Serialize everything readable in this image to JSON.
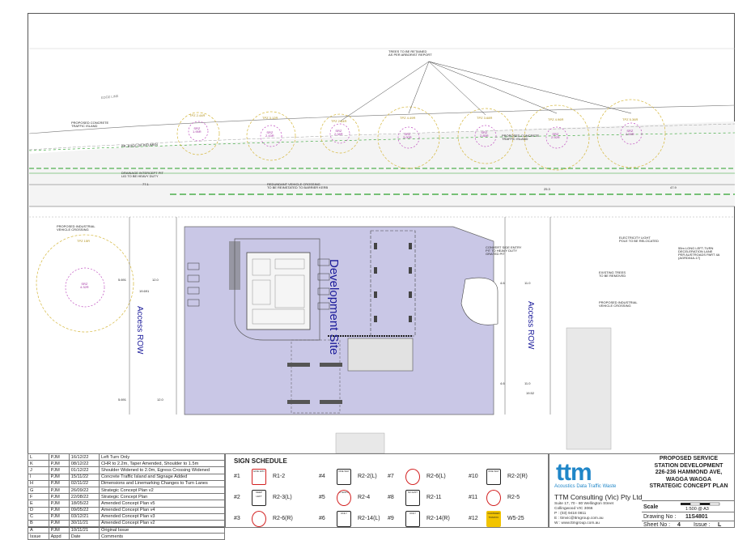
{
  "plan": {
    "site_label": "Development Site",
    "access_row_left": "Access ROW",
    "access_row_right": "Access ROW",
    "annotations": {
      "trees_retained": "TREES TO BE RETAINED\nAS PER ARBORIST REPORT",
      "proposed_traffic_island_left": "PROPOSED CONCRETE\nTRAFFIC ISLAND",
      "proposed_traffic_island_right": "PROPOSED CONCRETE\nTRAFFIC ISLAND",
      "drainage_pit": "DRAINAGE INTERCEPT PIT\nLID TO BE HEAVY DUTY",
      "redundant_crossing": "REDUNDANT VEHICLE CROSSING\nTO BE REINSTATED TO BARRIER KERB",
      "proposed_industrial_left": "PROPOSED INDUSTRIAL\nVEHICLE CROSSING",
      "proposed_industrial_right": "PROPOSED INDUSTRIAL\nVEHICLE CROSSING",
      "electricity_pole": "ELECTRICITY LIGHT\nPOLE TO BE RELOCATED",
      "left_turn_lane": "55m LONG LEFT-TURN\nDECELERATION LANE\nPER AUSTROADS PART 4A\n(AGRD04A-17)",
      "existing_trees": "EXISTING TREES\nTO BE REMOVED",
      "convert_pit": "CONVERT SIDE ENTRY\nPIT TO HEAVY DUTY\nGRATED PIT",
      "road_name": "EDGE LINE",
      "edge_of_bitumen": "PR. EDGE OF BITUMEN"
    },
    "trees": [
      {
        "tpz": "TPZ 2.44R",
        "srz": "SRZ\n1.95R"
      },
      {
        "tpz": "TPZ 3.12R",
        "srz": "SRZ\n2.43R"
      },
      {
        "tpz": "TPZ 2.64R",
        "srz": "SRZ\n2.08R"
      },
      {
        "tpz": "TPZ 4.49R",
        "srz": "SRZ\n3.00R"
      },
      {
        "tpz": "TPZ 3.68R",
        "srz": "SRZ\n2.85R"
      },
      {
        "tpz": "TPZ 4.96R",
        "srz": "SRZ\n2.92R"
      },
      {
        "tpz": "TPZ 5.36R",
        "srz": "SRZ\n2.59R"
      }
    ],
    "left_tree": {
      "tpz": "TPZ 15R",
      "srz": "SRZ\n4.32R"
    },
    "dimensions": {
      "d77": "77.1",
      "d253": "25.3",
      "d479": "47.9",
      "d5691a": "5.691",
      "d120a": "12.0",
      "d19691": "19.691",
      "d5691b": "5.691",
      "d120b": "12.0",
      "d46a": "4.6",
      "d110a": "11.0",
      "d46b": "4.6",
      "d110b": "11.0",
      "d1952": "19.52"
    }
  },
  "revisions": {
    "headers": [
      "Issue",
      "Appd",
      "Date",
      "Comments"
    ],
    "rows": [
      [
        "L",
        "PJM",
        "16/12/22",
        "Left Turn Only"
      ],
      [
        "K",
        "PJM",
        "08/12/22",
        "CHR to 2.2m, Taper Amended, Shoulder to 1.5m"
      ],
      [
        "J",
        "PJM",
        "01/12/22",
        "Shoulder Widened to 2.0m, Egress Crossing Widened"
      ],
      [
        "I",
        "PJM",
        "15/11/22",
        "Concrete Traffic Island and Signage Added"
      ],
      [
        "H",
        "PJM",
        "02/11/22",
        "Dimensions and Linemarking Changes to Turn Lanes"
      ],
      [
        "G",
        "PJM",
        "26/09/22",
        "Strategic Concept Plan v2"
      ],
      [
        "F",
        "PJM",
        "22/08/22",
        "Strategic Concept Plan"
      ],
      [
        "E",
        "PJM",
        "18/05/22",
        "Amended Concept Plan v5"
      ],
      [
        "D",
        "PJM",
        "09/05/22",
        "Amended Concept Plan v4"
      ],
      [
        "C",
        "PJM",
        "03/12/21",
        "Amended Concept Plan v3"
      ],
      [
        "B",
        "PJM",
        "30/11/21",
        "Amended Concept Plan v2"
      ],
      [
        "A",
        "PJM",
        "10/11/21",
        "Original Issue"
      ]
    ]
  },
  "sign_schedule": {
    "title": "SIGN SCHEDULE",
    "signs": [
      {
        "num": "#1",
        "code": "R1-2",
        "sym": "GIVE WAY",
        "color": "#d32020"
      },
      {
        "num": "#4",
        "code": "R2-2(L)",
        "sym": "ONE WAY",
        "color": "#222222"
      },
      {
        "num": "#7",
        "code": "R2-6(L)",
        "sym": "no-left",
        "color": "#d32020"
      },
      {
        "num": "#10",
        "code": "R2-2(R)",
        "sym": "ONE WAY",
        "color": "#222222"
      },
      {
        "num": "#2",
        "code": "R2-3(L)",
        "sym": "KEEP LEFT",
        "color": "#222222"
      },
      {
        "num": "#5",
        "code": "R2-4",
        "sym": "NO ENTRY",
        "color": "#d32020"
      },
      {
        "num": "#8",
        "code": "R2-11",
        "sym": "NO EXIT",
        "color": "#222222"
      },
      {
        "num": "#11",
        "code": "R2-5",
        "sym": "no-uturn",
        "color": "#d32020"
      },
      {
        "num": "#3",
        "code": "R2-6(R)",
        "sym": "no-right",
        "color": "#d32020"
      },
      {
        "num": "#6",
        "code": "R2-14(L)",
        "sym": "ONLY",
        "color": "#222222"
      },
      {
        "num": "#9",
        "code": "R2-14(R)",
        "sym": "ONLY",
        "color": "#222222"
      },
      {
        "num": "#12",
        "code": "W5-25",
        "sym": "CHANGED TRAFFIC",
        "color": "#f2c400"
      }
    ]
  },
  "title_block": {
    "logo": "ttm",
    "tagline": "Acoustics  Data  Traffic  Waste",
    "company": "TTM Consulting (Vic) Pty Ltd",
    "address": [
      "Suite 17, 70 - 80 Wellington Street",
      "Collingwood VIC  3066",
      "P : (03) 9418 0811",
      "E : ttmvic@ttmgroup.com.au",
      "W : www.ttmgroup.com.au"
    ],
    "project_title": "PROPOSED SERVICE\nSTATION DEVELOPMENT\n226-236 HAMMOND AVE,\nWAGGA WAGGA\nSTRATEGIC CONCEPT PLAN",
    "scale_label": "Scale",
    "scale_value": "1:500 @ A3",
    "drawing_no_label": "Drawing No :",
    "drawing_no": "11S4801",
    "sheet_no_label": "Sheet No :",
    "sheet_no": "4",
    "issue_label": "Issue :",
    "issue": "L",
    "brand_color": "#1f86c8",
    "site_color": "#c9c7e6"
  }
}
